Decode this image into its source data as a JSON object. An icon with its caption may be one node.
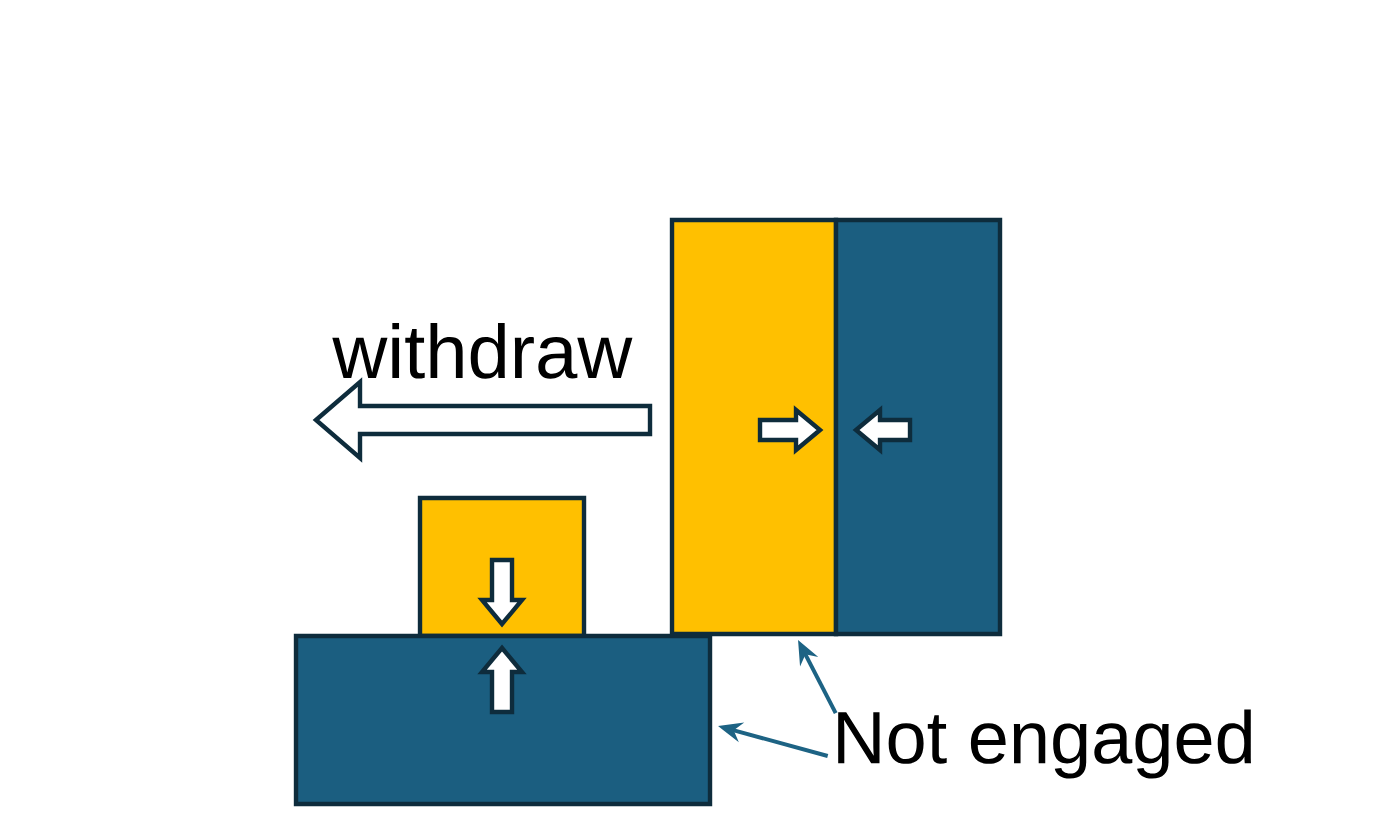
{
  "diagram": {
    "nodes": [
      {
        "text": [
          "Not engaged"
        ]
      },
      {
        "text": [],
        "shape": "box"
      },
      {
        "text": [],
        "shape": "box"
      },
      {
        "text": [],
        "shape": "box"
      },
      {
        "text": [],
        "shape": "box"
      }
    ],
    "edges": [
      {
        "from": 0,
        "to": 1,
        "arrow": "to"
      },
      {
        "from": 0,
        "to": 4,
        "arrow": "to"
      }
    ],
    "labels": [
      "withdraw"
    ]
  }
}
